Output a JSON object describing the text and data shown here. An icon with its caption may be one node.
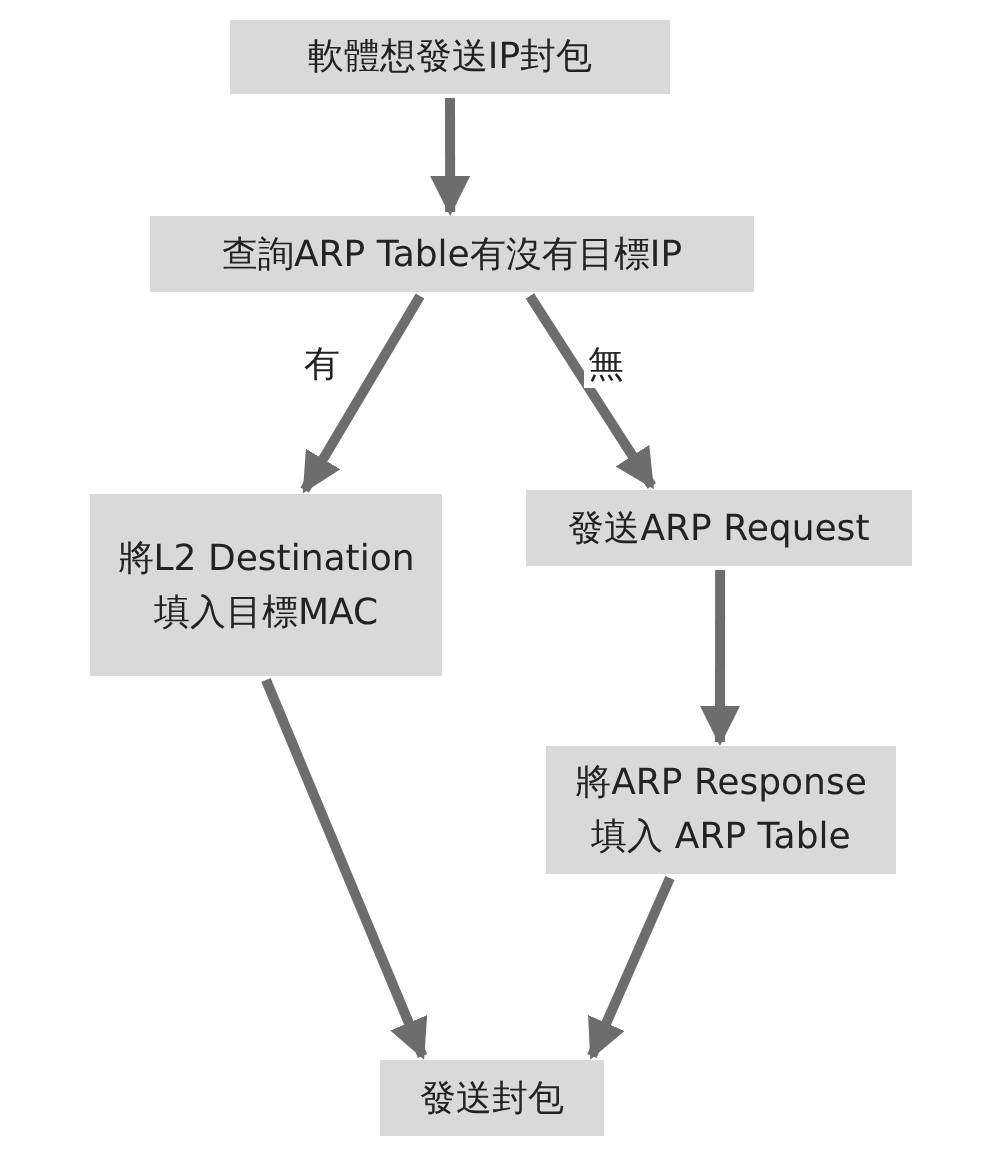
{
  "diagram": {
    "nodes": [
      {
        "text": [
          "軟體想發送IP封包"
        ]
      },
      {
        "text": [
          "查詢ARP Table有沒有目標IP"
        ]
      },
      {
        "text": [
          "將L2 Destination 填入目標MAC"
        ]
      },
      {
        "text": [
          "發送ARP Request"
        ]
      },
      {
        "text": [
          "將ARP Response 填入 ARP Table"
        ]
      },
      {
        "text": [
          "發送封包"
        ]
      }
    ],
    "edges": [
      {
        "from": 0,
        "to": 1,
        "arrow": "to"
      },
      {
        "from": 1,
        "to": 2,
        "arrow": "to",
        "label": "有"
      },
      {
        "from": 1,
        "to": 3,
        "arrow": "to",
        "label": "無"
      },
      {
        "from": 3,
        "to": 4,
        "arrow": "to"
      },
      {
        "from": 2,
        "to": 5,
        "arrow": "to"
      },
      {
        "from": 4,
        "to": 5,
        "arrow": "to"
      }
    ]
  }
}
